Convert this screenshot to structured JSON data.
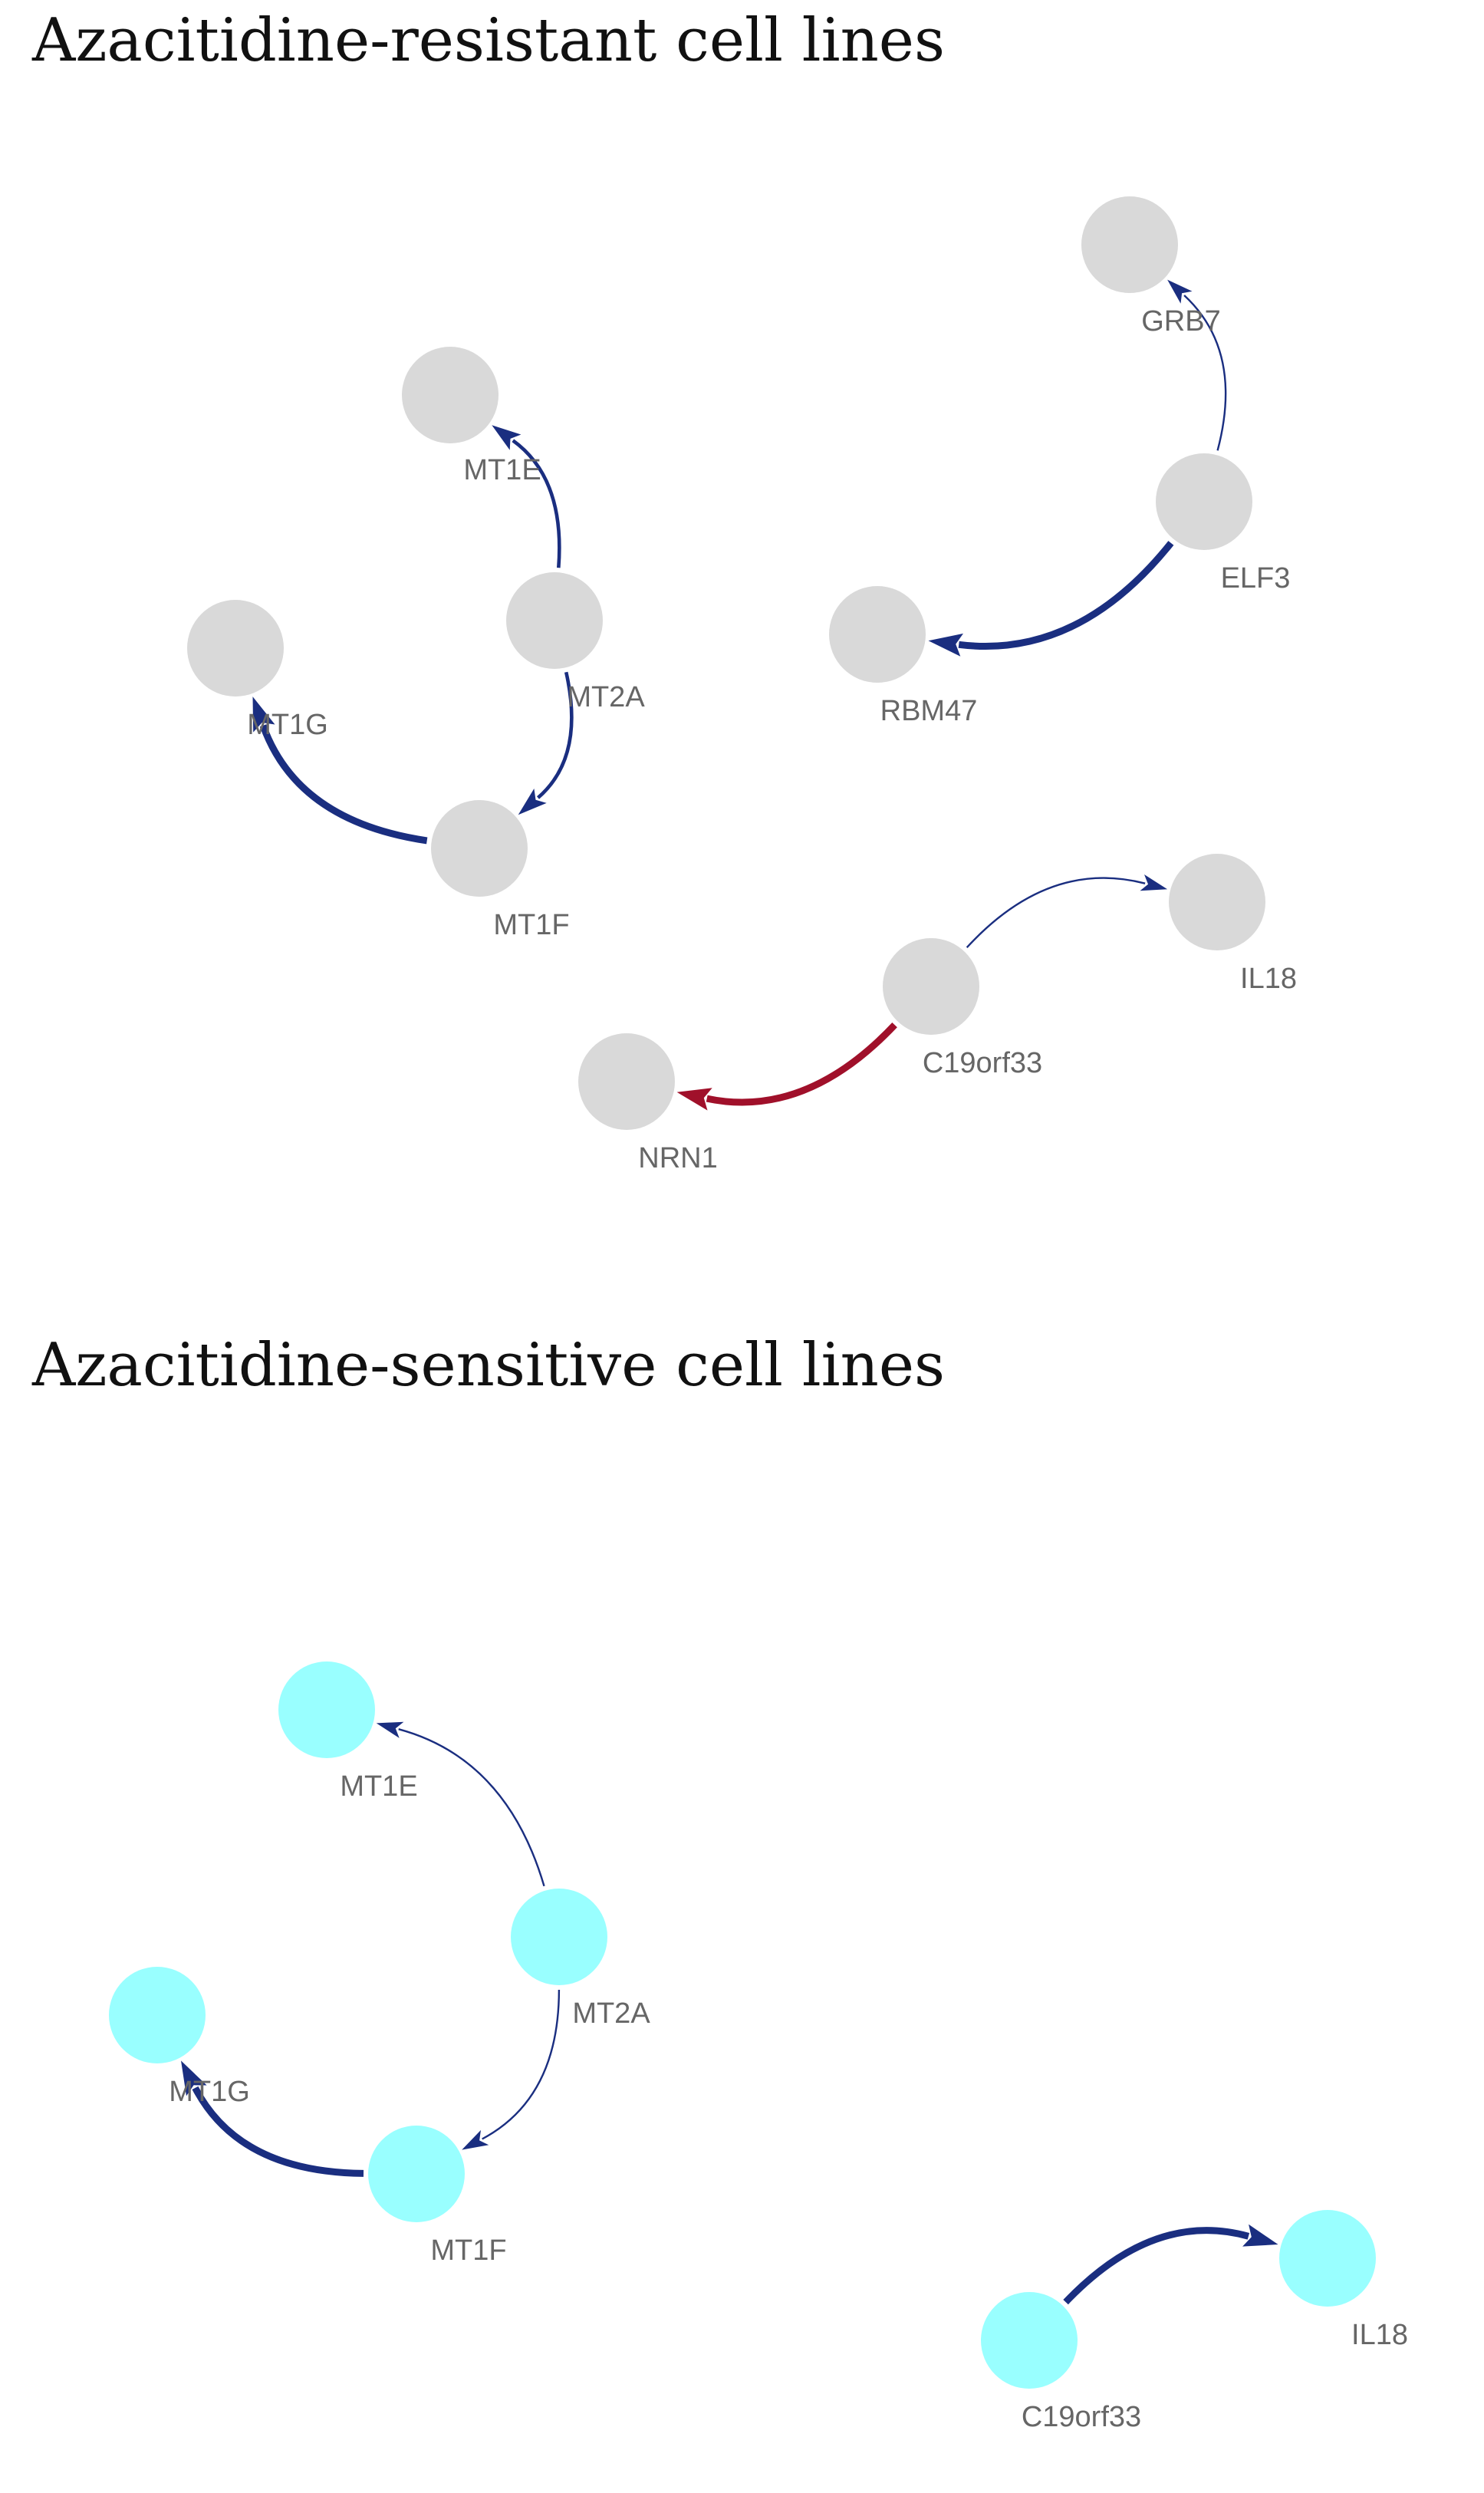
{
  "titles": {
    "resistant": "Azacitidine-resistant cell lines",
    "sensitive": "Azacitidine-sensitive cell lines"
  },
  "colors": {
    "resistant_node": "#d9d9d9",
    "sensitive_node": "#99ffff",
    "edge_positive": "#1a2e80",
    "edge_negative": "#a0102a",
    "label": "#666666"
  },
  "networks": [
    {
      "id": "resistant",
      "node_color": "resistant_node",
      "nodes": [
        {
          "id": "MT1E",
          "label": "MT1E"
        },
        {
          "id": "MT2A",
          "label": "MT2A"
        },
        {
          "id": "MT1G",
          "label": "MT1G"
        },
        {
          "id": "MT1F",
          "label": "MT1F"
        },
        {
          "id": "GRB7",
          "label": "GRB7"
        },
        {
          "id": "ELF3",
          "label": "ELF3"
        },
        {
          "id": "RBM47",
          "label": "RBM47"
        },
        {
          "id": "IL18",
          "label": "IL18"
        },
        {
          "id": "C19orf33",
          "label": "C19orf33"
        },
        {
          "id": "NRN1",
          "label": "NRN1"
        }
      ],
      "edges": [
        {
          "source": "MT2A",
          "target": "MT1E",
          "sign": "positive",
          "weight": "medium"
        },
        {
          "source": "MT2A",
          "target": "MT1F",
          "sign": "positive",
          "weight": "medium"
        },
        {
          "source": "MT1F",
          "target": "MT1G",
          "sign": "positive",
          "weight": "strong"
        },
        {
          "source": "ELF3",
          "target": "GRB7",
          "sign": "positive",
          "weight": "weak"
        },
        {
          "source": "ELF3",
          "target": "RBM47",
          "sign": "positive",
          "weight": "strong"
        },
        {
          "source": "C19orf33",
          "target": "IL18",
          "sign": "positive",
          "weight": "weak"
        },
        {
          "source": "C19orf33",
          "target": "NRN1",
          "sign": "negative",
          "weight": "strong"
        }
      ]
    },
    {
      "id": "sensitive",
      "node_color": "sensitive_node",
      "nodes": [
        {
          "id": "MT1E",
          "label": "MT1E"
        },
        {
          "id": "MT2A",
          "label": "MT2A"
        },
        {
          "id": "MT1G",
          "label": "MT1G"
        },
        {
          "id": "MT1F",
          "label": "MT1F"
        },
        {
          "id": "C19orf33",
          "label": "C19orf33"
        },
        {
          "id": "IL18",
          "label": "IL18"
        }
      ],
      "edges": [
        {
          "source": "MT2A",
          "target": "MT1E",
          "sign": "positive",
          "weight": "weak"
        },
        {
          "source": "MT2A",
          "target": "MT1F",
          "sign": "positive",
          "weight": "weak"
        },
        {
          "source": "MT1F",
          "target": "MT1G",
          "sign": "positive",
          "weight": "strong"
        },
        {
          "source": "C19orf33",
          "target": "IL18",
          "sign": "positive",
          "weight": "strong"
        }
      ]
    }
  ]
}
